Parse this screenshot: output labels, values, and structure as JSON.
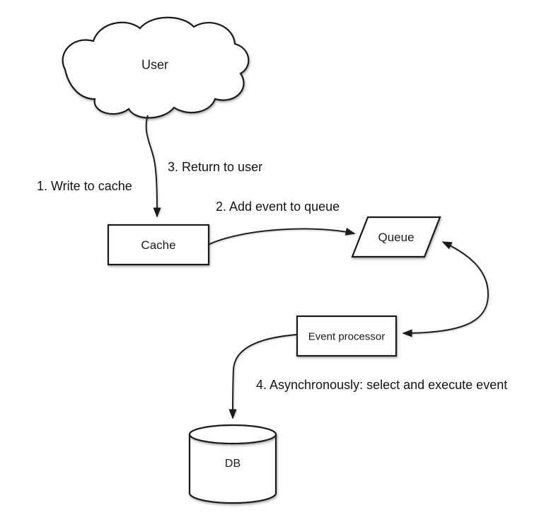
{
  "diagram": {
    "type": "flowchart",
    "colors": {
      "background": "#ffffff",
      "shape_fill": "#ffffff",
      "stroke": "#1a1a1a",
      "text": "#141414"
    },
    "nodes": [
      {
        "id": "user",
        "shape": "cloud",
        "label": "User"
      },
      {
        "id": "cache",
        "shape": "rectangle",
        "label": "Cache"
      },
      {
        "id": "queue",
        "shape": "parallelogram",
        "label": "Queue"
      },
      {
        "id": "event-processor",
        "shape": "rectangle",
        "label": "Event processor"
      },
      {
        "id": "db",
        "shape": "cylinder",
        "label": "DB"
      }
    ],
    "edges": [
      {
        "from": "user",
        "to": "cache",
        "style": "curved",
        "arrow": "end"
      },
      {
        "from": "cache",
        "to": "queue",
        "style": "curved",
        "arrow": "end"
      },
      {
        "from": "event-processor",
        "to": "queue",
        "style": "curved",
        "arrow": "both"
      },
      {
        "from": "event-processor",
        "to": "db",
        "style": "curved",
        "arrow": "end"
      }
    ],
    "annotations": [
      {
        "step": 1,
        "text": "1. Write to cache"
      },
      {
        "step": 2,
        "text": "2. Add event to queue"
      },
      {
        "step": 3,
        "text": "3. Return to user"
      },
      {
        "step": 4,
        "text": "4. Asynchronously: select and execute event"
      }
    ]
  }
}
